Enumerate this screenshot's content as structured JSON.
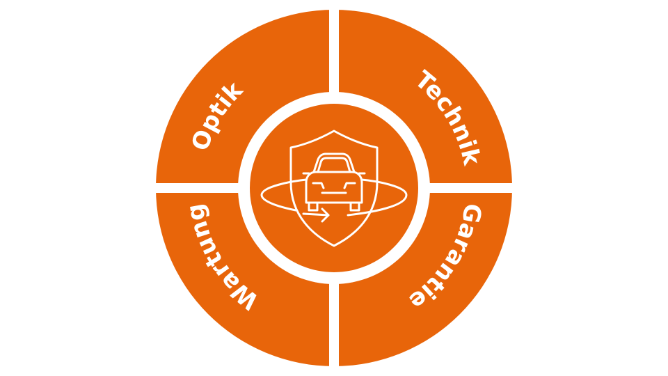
{
  "diagram": {
    "segments": [
      {
        "label": "Optik"
      },
      {
        "label": "Technik"
      },
      {
        "label": "Garantie"
      },
      {
        "label": "Wartung"
      }
    ],
    "center": {
      "icon": "car-shield-rotate-icon"
    }
  },
  "colors": {
    "primary": "#E8650A",
    "background": "#FFFFFF",
    "foreground": "#FFFFFF"
  }
}
